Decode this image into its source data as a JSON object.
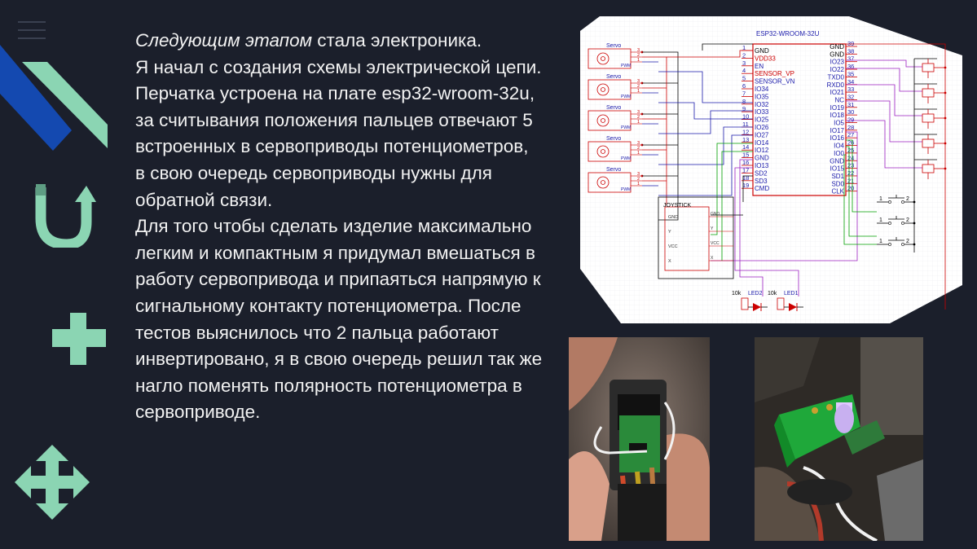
{
  "slide": {
    "intro_italic": "Следующим этапом",
    "intro_rest": " стала электроника.",
    "paragraph1": "Я начал с создания схемы электрической цепи. Перчатка устроена на плате esp32-wroom-32u, за считывания положения пальцев отвечают 5 встроенных в сервоприводы потенциометров, в свою очередь сервоприводы нужны для обратной связи.",
    "paragraph2": "Для того чтобы сделать изделие максимально легким и компактным я придумал вмешаться в работу сервопривода и припаяться напрямую к сигнальному контакту потенциометра. После тестов выяснилось что 2 пальца работают инвертировано, я в свою очередь решил так же нагло поменять полярность потенциометра в сервоприводе."
  },
  "schematic": {
    "chip_title": "ESP32-WROOM-32U",
    "left_pins": [
      {
        "num": "1",
        "name": "GND",
        "color": "#000000"
      },
      {
        "num": "2",
        "name": "VDD33",
        "color": "#cc0000"
      },
      {
        "num": "3",
        "name": "EN",
        "color": "#1a1aaa"
      },
      {
        "num": "4",
        "name": "SENSOR_VP",
        "color": "#cc0000"
      },
      {
        "num": "5",
        "name": "SENSOR_VN",
        "color": "#1a1aaa"
      },
      {
        "num": "6",
        "name": "IO34",
        "color": "#1a1aaa"
      },
      {
        "num": "7",
        "name": "IO35",
        "color": "#1a1aaa"
      },
      {
        "num": "8",
        "name": "IO32",
        "color": "#1a1aaa"
      },
      {
        "num": "9",
        "name": "IO33",
        "color": "#1a1aaa"
      },
      {
        "num": "10",
        "name": "IO25",
        "color": "#1a1aaa"
      },
      {
        "num": "11",
        "name": "IO26",
        "color": "#1a1aaa"
      },
      {
        "num": "12",
        "name": "IO27",
        "color": "#1a1aaa"
      },
      {
        "num": "13",
        "name": "IO14",
        "color": "#1a1aaa"
      },
      {
        "num": "14",
        "name": "IO12",
        "color": "#1a1aaa"
      },
      {
        "num": "15",
        "name": "GND",
        "color": "#1a1aaa"
      },
      {
        "num": "16",
        "name": "IO13",
        "color": "#1a1aaa"
      },
      {
        "num": "17",
        "name": "SD2",
        "color": "#1a1aaa"
      },
      {
        "num": "18",
        "name": "SD3",
        "color": "#1a1aaa"
      },
      {
        "num": "19",
        "name": "CMD",
        "color": "#1a1aaa"
      }
    ],
    "right_pins": [
      {
        "num": "39",
        "name": "GND",
        "color": "#000000"
      },
      {
        "num": "38",
        "name": "GND",
        "color": "#000000"
      },
      {
        "num": "37",
        "name": "IO23",
        "color": "#1a1aaa"
      },
      {
        "num": "36",
        "name": "IO22",
        "color": "#1a1aaa"
      },
      {
        "num": "35",
        "name": "TXD0",
        "color": "#1a1aaa"
      },
      {
        "num": "34",
        "name": "RXD0",
        "color": "#1a1aaa"
      },
      {
        "num": "33",
        "name": "IO21",
        "color": "#1a1aaa"
      },
      {
        "num": "32",
        "name": "NC",
        "color": "#1a1aaa"
      },
      {
        "num": "31",
        "name": "IO19",
        "color": "#1a1aaa"
      },
      {
        "num": "30",
        "name": "IO18",
        "color": "#1a1aaa"
      },
      {
        "num": "29",
        "name": "IO5",
        "color": "#1a1aaa"
      },
      {
        "num": "28",
        "name": "IO17",
        "color": "#1a1aaa"
      },
      {
        "num": "27",
        "name": "IO16",
        "color": "#1a1aaa"
      },
      {
        "num": "26",
        "name": "IO4",
        "color": "#1a1aaa"
      },
      {
        "num": "25",
        "name": "IO0",
        "color": "#1a1aaa"
      },
      {
        "num": "24",
        "name": "GND",
        "color": "#1a1aaa"
      },
      {
        "num": "23",
        "name": "IO15",
        "color": "#1a1aaa"
      },
      {
        "num": "22",
        "name": "SD1",
        "color": "#1a1aaa"
      },
      {
        "num": "21",
        "name": "SD0",
        "color": "#1a1aaa"
      },
      {
        "num": "20",
        "name": "CLK",
        "color": "#1a1aaa"
      }
    ],
    "servo_label": "Servo",
    "servo_pin_numbers": [
      "3",
      "2",
      "1"
    ],
    "servo_pwm_label": "PWM",
    "joystick": {
      "title": "JOYSTICK",
      "pins": [
        "GND",
        "Y",
        "VCC",
        "X"
      ],
      "nets": [
        "GND",
        "Y",
        "VCC",
        "X"
      ]
    },
    "buttons": [
      {
        "left": "1",
        "right": "2"
      },
      {
        "left": "1",
        "right": "2"
      },
      {
        "left": "1",
        "right": "2"
      }
    ],
    "leds": [
      {
        "resistor": "10k",
        "name": "LED2"
      },
      {
        "resistor": "10k",
        "name": "LED1"
      }
    ]
  },
  "photos": {
    "left_alt": "Servo potentiometer soldered wires",
    "right_alt": "Green servo board with soldered potentiometer"
  },
  "colors": {
    "background": "#1b1f2b",
    "accent_green": "#8bd5b3",
    "accent_blue": "#1449b0",
    "text": "#f2f2f2"
  }
}
